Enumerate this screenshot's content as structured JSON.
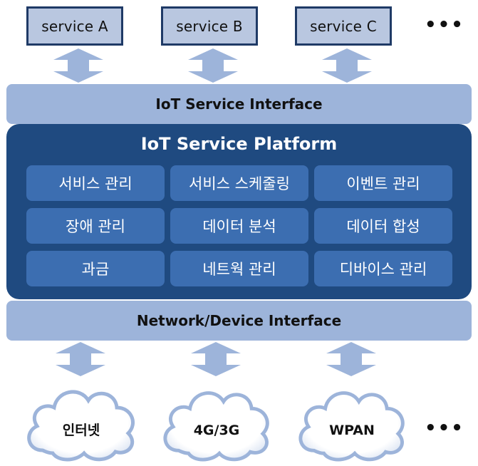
{
  "services": [
    "service A",
    "service B",
    "service C"
  ],
  "services_more": "•••",
  "iot_service_interface": "IoT Service Interface",
  "platform": {
    "title": "IoT Service Platform",
    "modules": [
      [
        "서비스 관리",
        "서비스 스케줄링",
        "이벤트 관리"
      ],
      [
        "장애 관리",
        "데이터 분석",
        "데이터 합성"
      ],
      [
        "과금",
        "네트웍 관리",
        "디바이스 관리"
      ]
    ]
  },
  "network_device_interface": "Network/Device Interface",
  "networks": [
    "인터넷",
    "4G/3G",
    "WPAN"
  ],
  "networks_more": "•••",
  "colors": {
    "service_fill": "#b9c7e0",
    "service_border": "#1f3a66",
    "interface_band": "#9db4da",
    "platform_bg": "#1f4a80",
    "module_fill": "#3c6eb1",
    "arrow": "#9db4da",
    "cloud_stroke": "#9db4da"
  }
}
